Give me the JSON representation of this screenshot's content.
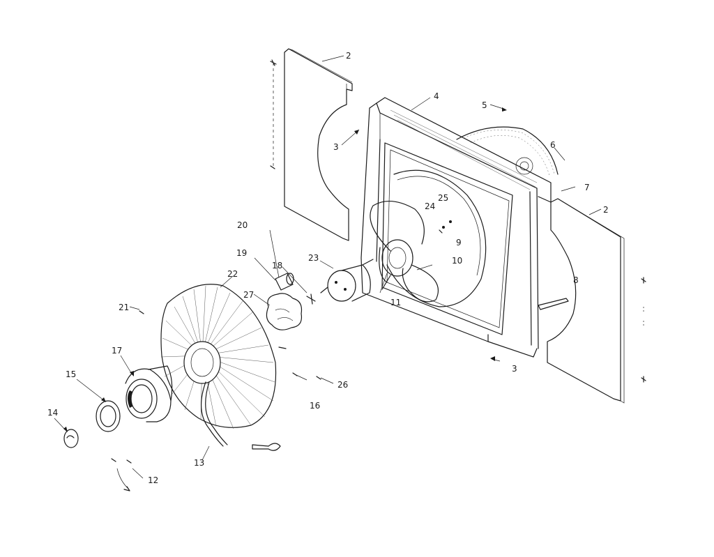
{
  "callouts": [
    {
      "id": "c2a",
      "text": "2"
    },
    {
      "id": "c2b",
      "text": "2"
    },
    {
      "id": "c3a",
      "text": "3"
    },
    {
      "id": "c3b",
      "text": "3"
    },
    {
      "id": "c4",
      "text": "4"
    },
    {
      "id": "c5",
      "text": "5"
    },
    {
      "id": "c6",
      "text": "6"
    },
    {
      "id": "c7",
      "text": "7"
    },
    {
      "id": "c8",
      "text": "8"
    },
    {
      "id": "c9",
      "text": "9"
    },
    {
      "id": "c10",
      "text": "10"
    },
    {
      "id": "c11",
      "text": "11"
    },
    {
      "id": "c12",
      "text": "12"
    },
    {
      "id": "c13",
      "text": "13"
    },
    {
      "id": "c14",
      "text": "14"
    },
    {
      "id": "c15",
      "text": "15"
    },
    {
      "id": "c16",
      "text": "16"
    },
    {
      "id": "c17",
      "text": "17"
    },
    {
      "id": "c18",
      "text": "18"
    },
    {
      "id": "c19",
      "text": "19"
    },
    {
      "id": "c20",
      "text": "20"
    },
    {
      "id": "c21",
      "text": "21"
    },
    {
      "id": "c22",
      "text": "22"
    },
    {
      "id": "c23",
      "text": "23"
    },
    {
      "id": "c24",
      "text": "24"
    },
    {
      "id": "c25",
      "text": "25"
    },
    {
      "id": "c26",
      "text": "26"
    },
    {
      "id": "c27",
      "text": "27"
    }
  ]
}
